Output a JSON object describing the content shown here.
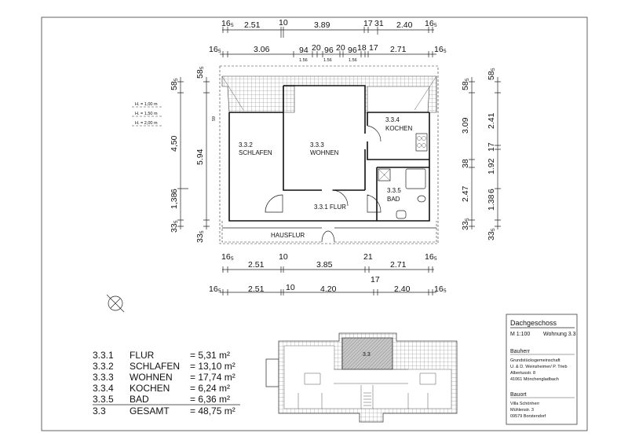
{
  "drawing": {
    "top_dims_row1": [
      "16₅",
      "2.51",
      "10",
      "3.89",
      "17",
      "31",
      "2.40",
      "16₅"
    ],
    "top_dims_row2": [
      "16₅",
      "3.06",
      "94",
      "20",
      "96",
      "20",
      "96",
      "18",
      "17",
      "2.71",
      "16₅"
    ],
    "top_window_notes": [
      "1.56",
      "1.56",
      "1.56"
    ],
    "bottom_dims_row1": [
      "16₅",
      "2.51",
      "10",
      "3.85",
      "21",
      "2.71",
      "16₅"
    ],
    "bottom_dims_row2": [
      "16₅",
      "2.51",
      "10",
      "4.20",
      "17",
      "2.40",
      "16₅"
    ],
    "left_dims_outer": [
      "58₅",
      "4,50",
      "6",
      "1,38",
      "33₅"
    ],
    "left_dims_inner": [
      "58₅",
      "5.94",
      "33₅"
    ],
    "right_dims_inner": [
      "58₅",
      "3.09",
      "38",
      "2.47",
      "33₅"
    ],
    "right_dims_outer": [
      "58₅",
      "2.41",
      "17",
      "1.92",
      "6",
      "1.38",
      "33₅"
    ],
    "height_notes": [
      "H. = 1,00 m",
      "H. = 1,50 m",
      "H. = 2,00 m"
    ],
    "knee_dim": "59",
    "rooms": {
      "schlafen": {
        "num": "3.3.2",
        "name": "SCHLAFEN"
      },
      "wohnen": {
        "num": "3.3.3",
        "name": "WOHNEN"
      },
      "kochen": {
        "num": "3.3.4",
        "name": "KOCHEN"
      },
      "bad": {
        "num": "3.3.5",
        "name": "BAD"
      },
      "flur": {
        "label": "3.3.1 FLUR"
      },
      "hausflur": {
        "label": "HAUSFLUR"
      }
    }
  },
  "area_table": {
    "rows": [
      {
        "num": "3.3.1",
        "name": "FLUR",
        "area": "=   5,31 m²"
      },
      {
        "num": "3.3.2",
        "name": "SCHLAFEN",
        "area": "= 13,10 m²"
      },
      {
        "num": "3.3.3",
        "name": "WOHNEN",
        "area": "= 17,74 m²"
      },
      {
        "num": "3.3.4",
        "name": "KOCHEN",
        "area": "=   6,24 m²"
      },
      {
        "num": "3.3.5",
        "name": "BAD",
        "area": "=   6,36 m²"
      }
    ],
    "total": {
      "num": "3.3",
      "name": "GESAMT",
      "area": "= 48,75 m²"
    }
  },
  "key_plan": {
    "unit_label": "3.3",
    "highlight_color": "#9a9a9a"
  },
  "title_block": {
    "title": "Dachgeschoss",
    "scale": "M 1:100",
    "unit": "Wohnung 3.3",
    "bauherr_heading": "Bauherr",
    "bauherr_lines": [
      "Grundstücksgemeinschaft",
      "U. & D. Weinsheimer/ P. Trieb",
      "Albertusstr. 8",
      "41061 Mönchengladbach"
    ],
    "bauort_heading": "Bauort",
    "bauort_lines": [
      "Villa Schönherr",
      "Mühlenstr. 3",
      "09579 Borstendorf"
    ]
  }
}
